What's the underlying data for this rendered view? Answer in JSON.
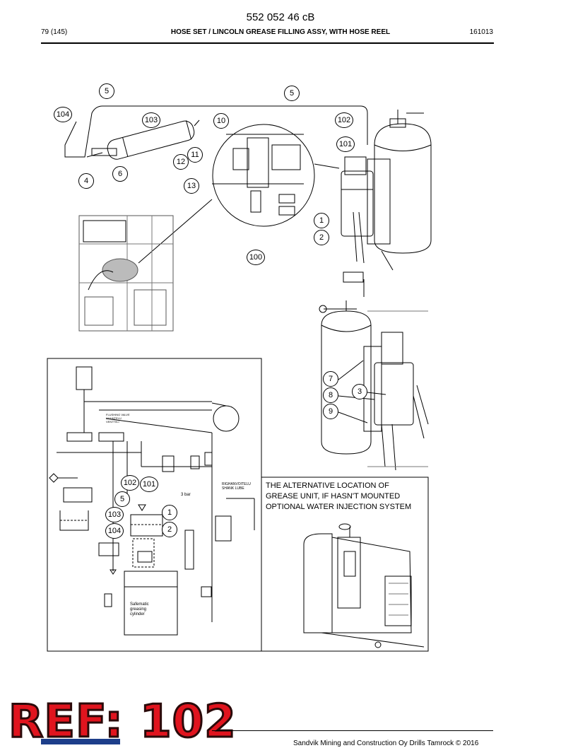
{
  "header": {
    "doc_number": "552 052 46 cB",
    "page": "79 (145)",
    "title": "HOSE SET / LINCOLN GREASE FILLING ASSY, WITH HOSE REEL",
    "code": "161013"
  },
  "callouts": [
    "5",
    "5",
    "104",
    "103",
    "10",
    "102",
    "101",
    "11",
    "12",
    "6",
    "4",
    "13",
    "1",
    "2",
    "100",
    "7",
    "8",
    "3",
    "9",
    "102",
    "101",
    "5",
    "1",
    "103",
    "2",
    "104"
  ],
  "schematic_labels": {
    "flushing_valve": "FLUSHING VALVE\nHUUHTELU\nVENTTIILI",
    "bar": "3 bar",
    "shank_lube": "RIGHANVOITELU\nSHANK LUBE",
    "cylinder": "Safematic\ngreasing\ncylinder"
  },
  "note": "THE ALTERNATIVE LOCATION OF\nGREASE UNIT, IF HASN'T MOUNTED\nOPTIONAL WATER INJECTION  SYSTEM",
  "ref_stamp": "REF: 102",
  "footer": "Sandvik Mining and Construction Oy Drills Tamrock © 2016"
}
